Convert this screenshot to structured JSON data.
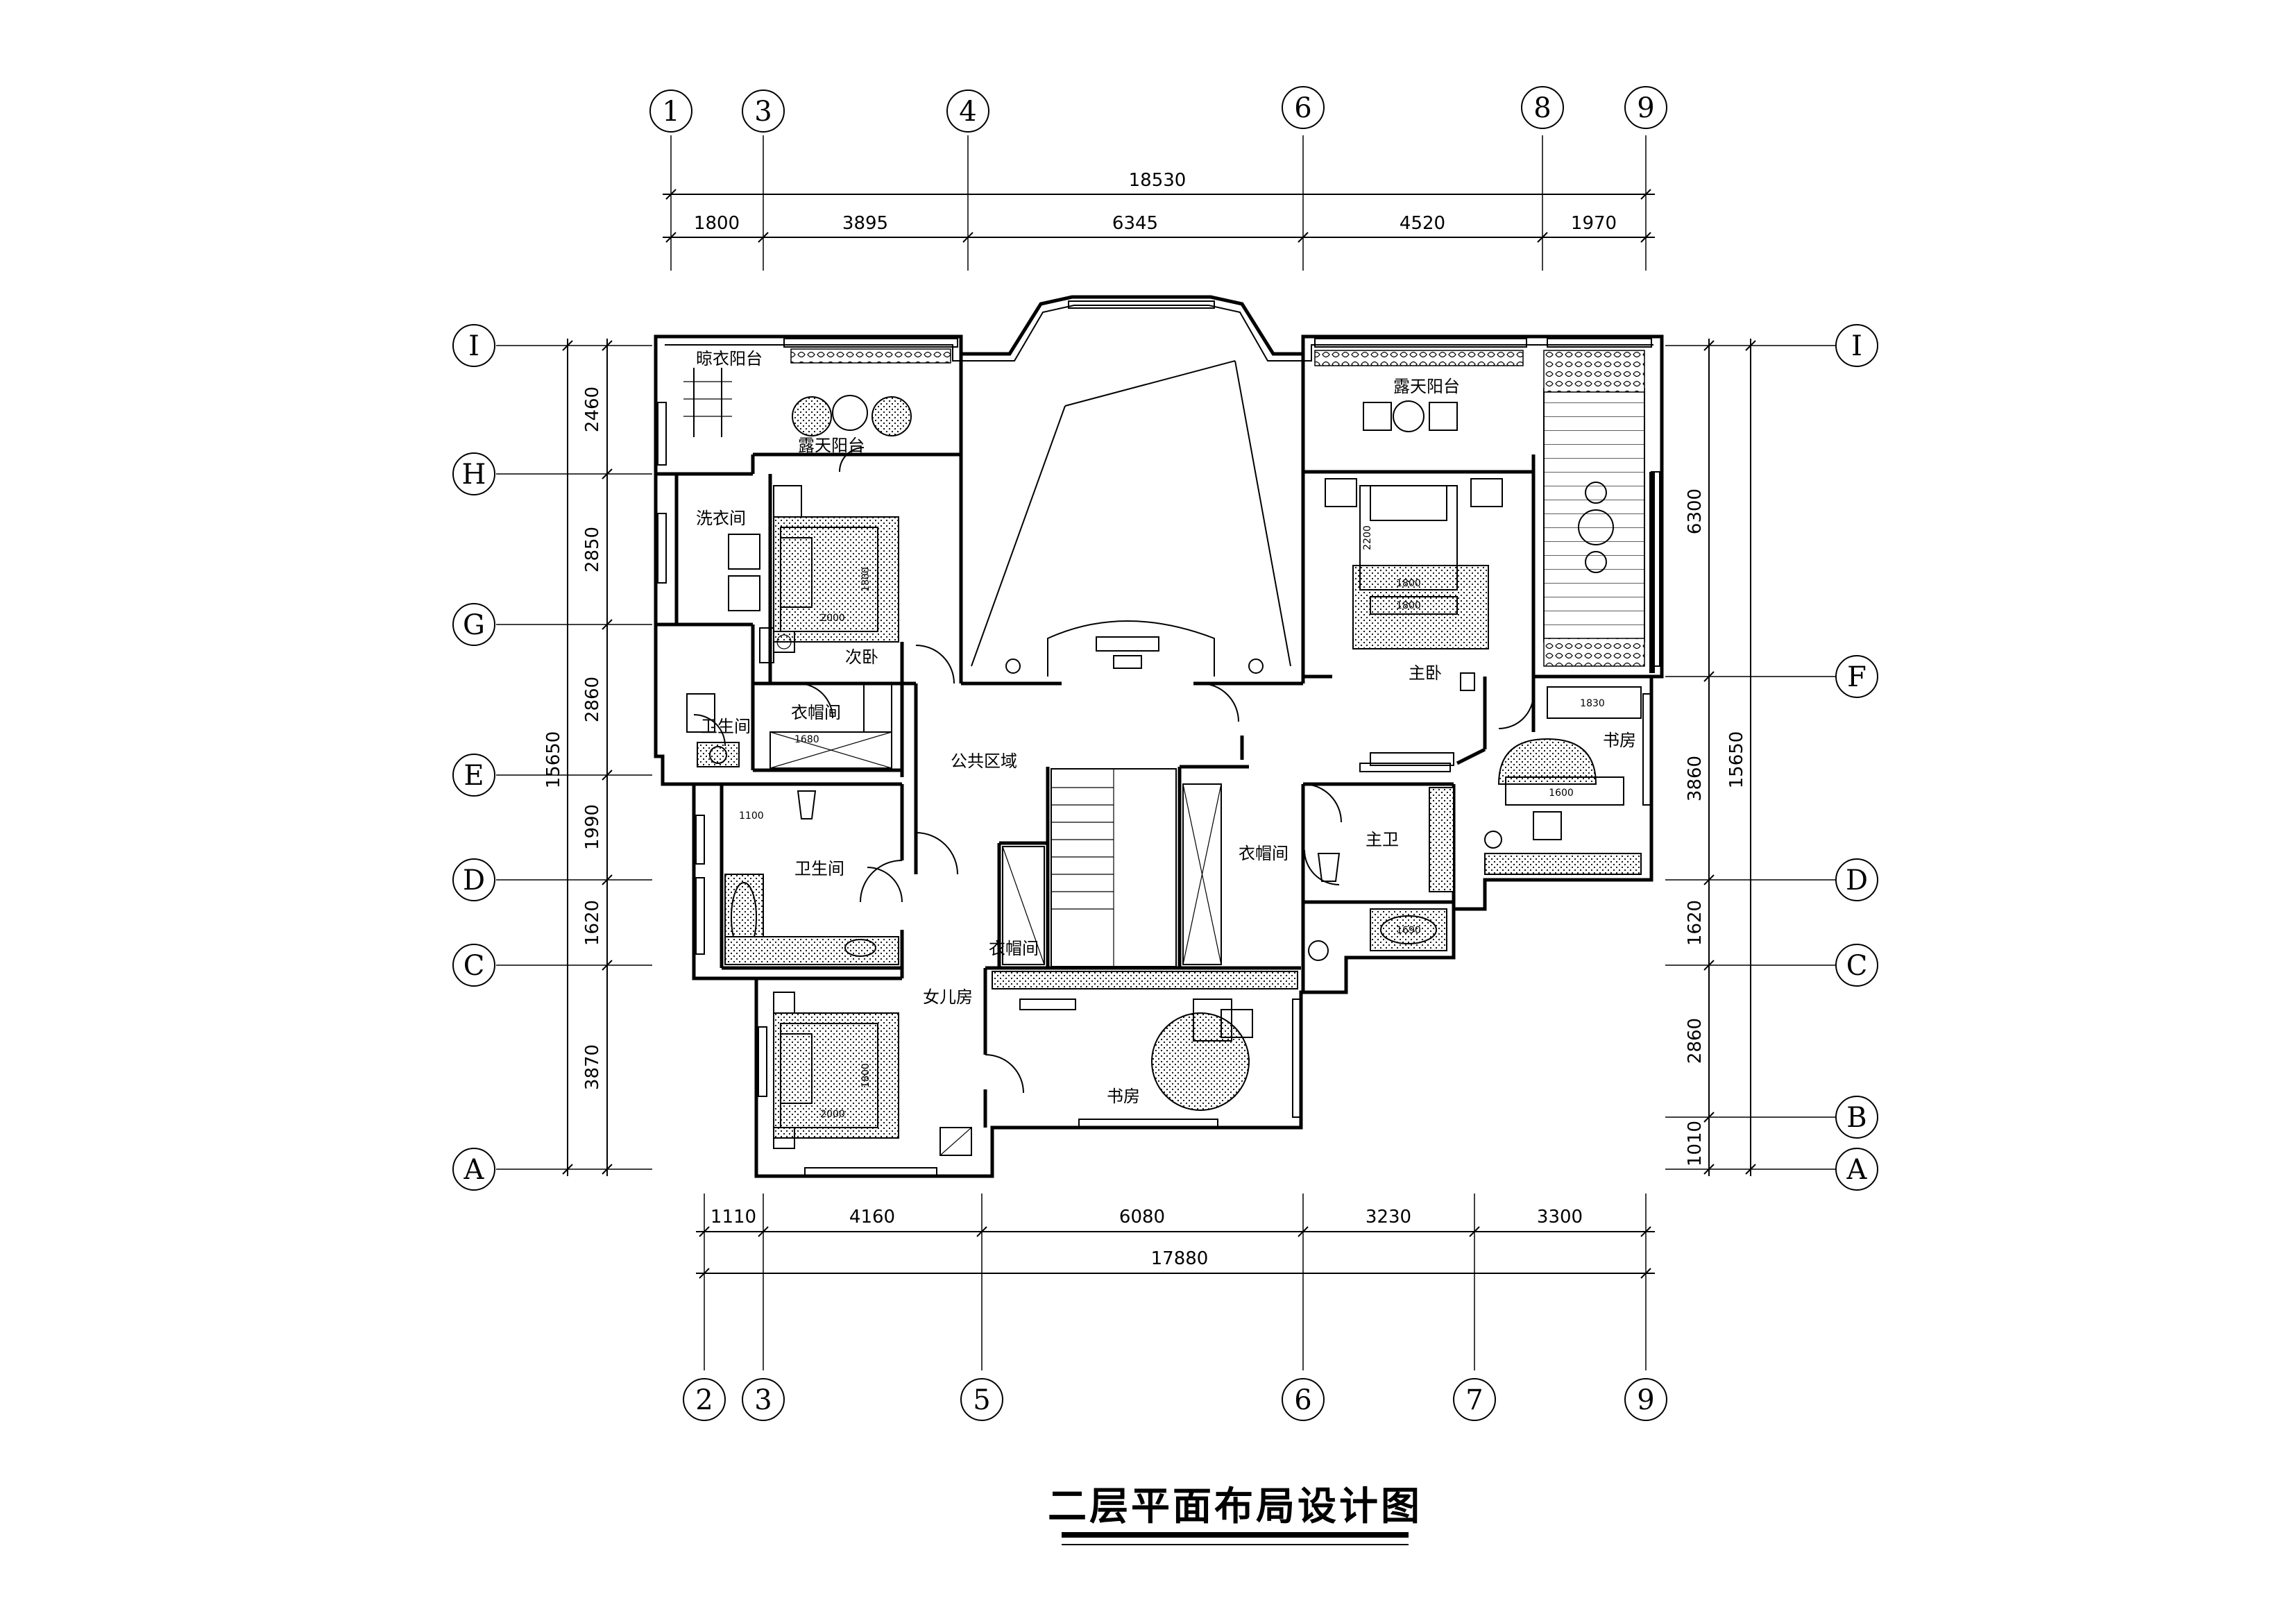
{
  "title": "二层平面布局设计图",
  "axes": {
    "top": [
      "1",
      "3",
      "4",
      "6",
      "8",
      "9"
    ],
    "bottom": [
      "2",
      "3",
      "5",
      "6",
      "7",
      "9"
    ],
    "left": [
      "I",
      "H",
      "G",
      "E",
      "D",
      "C",
      "A"
    ],
    "right": [
      "I",
      "F",
      "D",
      "C",
      "B",
      "A"
    ]
  },
  "dimensions": {
    "top_total": "18530",
    "top_segments": [
      "1800",
      "3895",
      "6345",
      "4520",
      "1970"
    ],
    "bottom_total": "17880",
    "bottom_segments": [
      "1110",
      "4160",
      "6080",
      "3230",
      "3300"
    ],
    "left_total": "15650",
    "left_segments": [
      "2460",
      "2850",
      "2860",
      "1990",
      "1620",
      "3870"
    ],
    "right_total": "15650",
    "right_segments": [
      "6300",
      "3860",
      "1620",
      "2860",
      "1010"
    ]
  },
  "rooms": {
    "drying_balcony": "晾衣阳台",
    "open_balcony_left": "露天阳台",
    "open_balcony_right": "露天阳台",
    "laundry": "洗衣间",
    "second_bedroom": "次卧",
    "walkin_closet_1": "衣帽间",
    "bathroom_1": "卫生间",
    "public_area": "公共区域",
    "bathroom_2": "卫生间",
    "master_bedroom": "主卧",
    "study_1": "书房",
    "walkin_closet_2": "衣帽间",
    "master_bath": "主卫",
    "walkin_closet_3": "衣帽间",
    "daughter_room": "女儿房",
    "study_2": "书房"
  },
  "annotations": {
    "bed_w": "1800",
    "bed_l": "2000",
    "master_bed_w": "1800",
    "master_bed_l": "2200",
    "master_rug": "1800",
    "desk": "1600",
    "desk2": "1830",
    "wardrobe": "1680",
    "tub": "1690",
    "basin": "1100"
  }
}
